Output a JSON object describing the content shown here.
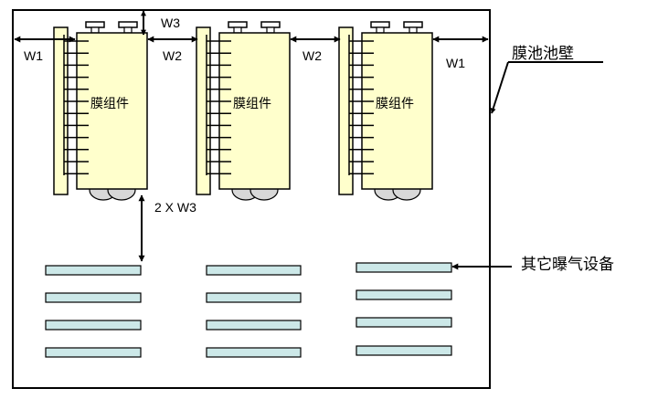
{
  "labels": {
    "w1": "W1",
    "w2": "W2",
    "w3": "W3",
    "gap": "2 X W3",
    "tank_wall": "膜池池壁",
    "module": "膜组件",
    "aeration": "其它曝气设备"
  },
  "colors": {
    "module_fill": "#FFFFCC",
    "aerator_fill": "#CCE8E8",
    "stroke": "#000000",
    "wheel_fill": "#D8D8D8"
  }
}
